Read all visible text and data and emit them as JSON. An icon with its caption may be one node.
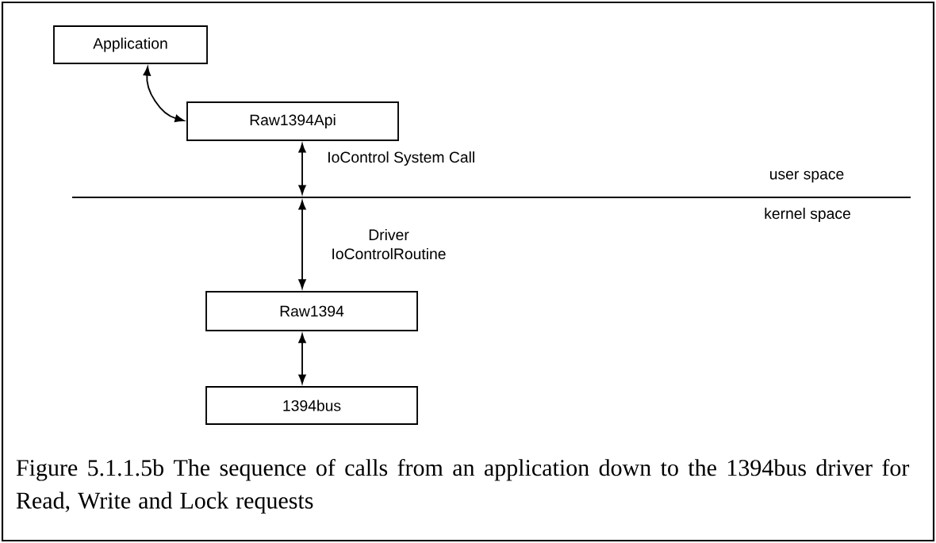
{
  "diagram": {
    "caption": "Figure 5.1.1.5b The sequence of calls from an application down to the 1394bus driver for Read, Write and Lock requests",
    "nodes": [
      {
        "text": [
          "Application"
        ]
      },
      {
        "text": [
          "Raw1394Api"
        ]
      },
      {
        "text": [],
        "shape": "line"
      },
      {
        "text": [
          "Raw1394"
        ]
      },
      {
        "text": [
          "1394bus"
        ]
      }
    ],
    "edges": [
      {
        "from": 0,
        "to": 1,
        "arrow": "both"
      },
      {
        "from": 1,
        "to": 2,
        "arrow": "both",
        "label": "IoControl System Call"
      },
      {
        "from": 2,
        "to": 3,
        "arrow": "both",
        "label": "Driver IoControlRoutine"
      },
      {
        "from": 3,
        "to": 4,
        "arrow": "both"
      }
    ],
    "labels": [
      "user space",
      "kernel space"
    ]
  }
}
